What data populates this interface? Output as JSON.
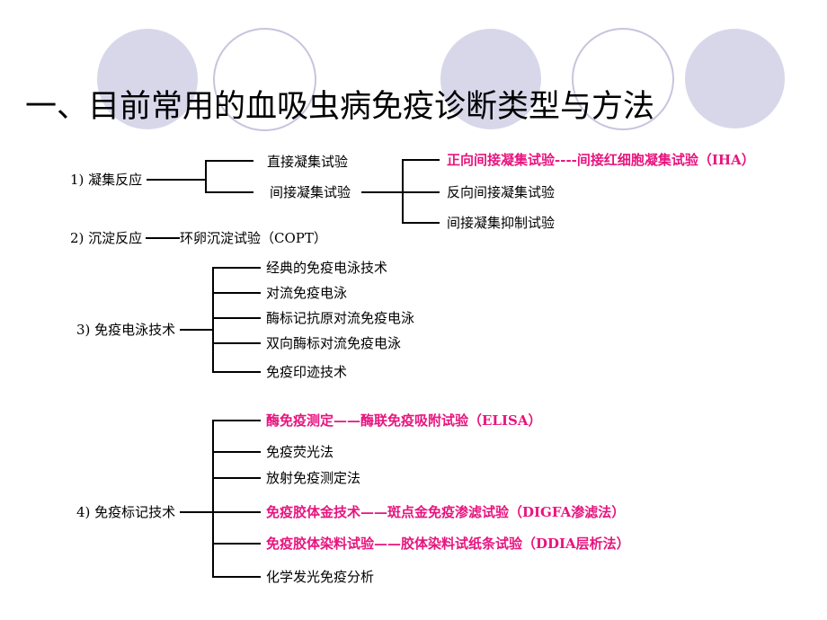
{
  "slide": {
    "title": "一、目前常用的血吸虫病免疫诊断类型与方法"
  },
  "theme": {
    "background": "#ffffff",
    "text_color": "#000000",
    "highlight_color": "#e8147f",
    "line_color": "#000000",
    "circle_fill": "#d8d7ea",
    "circle_outline": "#c6c5df"
  },
  "tree": {
    "sections": [
      {
        "label": "1) 凝集反应",
        "children": [
          {
            "text": "直接凝集试验",
            "highlighted": false
          },
          {
            "text": "间接凝集试验",
            "highlighted": false
          }
        ],
        "subchildren": [
          {
            "text": "正向间接凝集试验----间接红细胞凝集试验（IHA）",
            "highlighted": true
          },
          {
            "text": "反向间接凝集试验",
            "highlighted": false
          },
          {
            "text": "间接凝集抑制试验",
            "highlighted": false
          }
        ]
      },
      {
        "label": "2) 沉淀反应",
        "children": [
          {
            "text": "环卵沉淀试验（COPT）",
            "highlighted": false
          }
        ]
      },
      {
        "label": "3) 免疫电泳技术",
        "children": [
          {
            "text": "经典的免疫电泳技术",
            "highlighted": false
          },
          {
            "text": "对流免疫电泳",
            "highlighted": false
          },
          {
            "text": "酶标记抗原对流免疫电泳",
            "highlighted": false
          },
          {
            "text": "双向酶标对流免疫电泳",
            "highlighted": false
          },
          {
            "text": "免疫印迹技术",
            "highlighted": false
          }
        ]
      },
      {
        "label": "4) 免疫标记技术",
        "children": [
          {
            "text": "酶免疫测定——酶联免疫吸附试验（ELISA）",
            "highlighted": true
          },
          {
            "text": "免疫荧光法",
            "highlighted": false
          },
          {
            "text": "放射免疫测定法",
            "highlighted": false
          },
          {
            "text": "免疫胶体金技术——斑点金免疫渗滤试验（DIGFA渗滤法）",
            "highlighted": true
          },
          {
            "text": "免疫胶体染料试验——胶体染料试纸条试验（DDIA层析法）",
            "highlighted": true
          },
          {
            "text": "化学发光免疫分析",
            "highlighted": false
          }
        ]
      }
    ]
  }
}
